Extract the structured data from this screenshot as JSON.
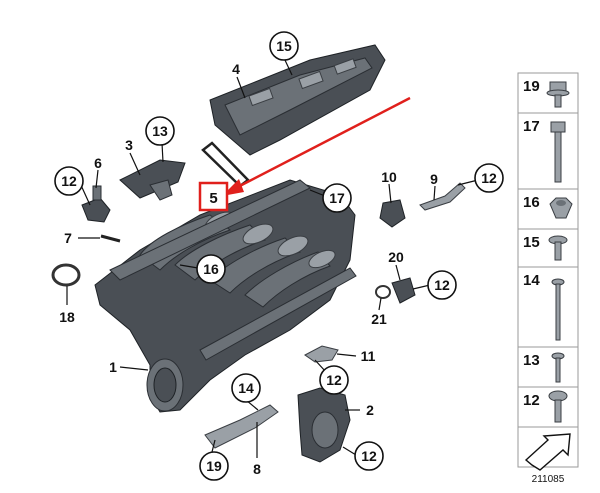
{
  "diagram": {
    "image_id": "211085",
    "highlight_label": "5",
    "callouts": {
      "c15": "15",
      "c4": "4",
      "c13": "13",
      "c3": "3",
      "c6": "6",
      "c12a": "12",
      "c7": "7",
      "c18": "18",
      "c16": "16",
      "c17": "17",
      "c10": "10",
      "c9": "9",
      "c12b": "12",
      "c20": "20",
      "c12c": "12",
      "c21": "21",
      "c1": "1",
      "c11": "11",
      "c12d": "12",
      "c14": "14",
      "c2": "2",
      "c19": "19",
      "c8": "8",
      "c12e": "12"
    },
    "side_rail": [
      {
        "number": "19",
        "icon": "hex-flange-bolt-icon"
      },
      {
        "number": "17",
        "icon": "long-hex-bolt-icon"
      },
      {
        "number": "16",
        "icon": "hex-nut-icon"
      },
      {
        "number": "15",
        "icon": "short-screw-icon"
      },
      {
        "number": "14",
        "icon": "long-stud-icon"
      },
      {
        "number": "13",
        "icon": "short-bolt-icon"
      },
      {
        "number": "12",
        "icon": "torx-screw-icon"
      }
    ],
    "colors": {
      "highlight": "#e0201c",
      "line": "#111111"
    }
  }
}
